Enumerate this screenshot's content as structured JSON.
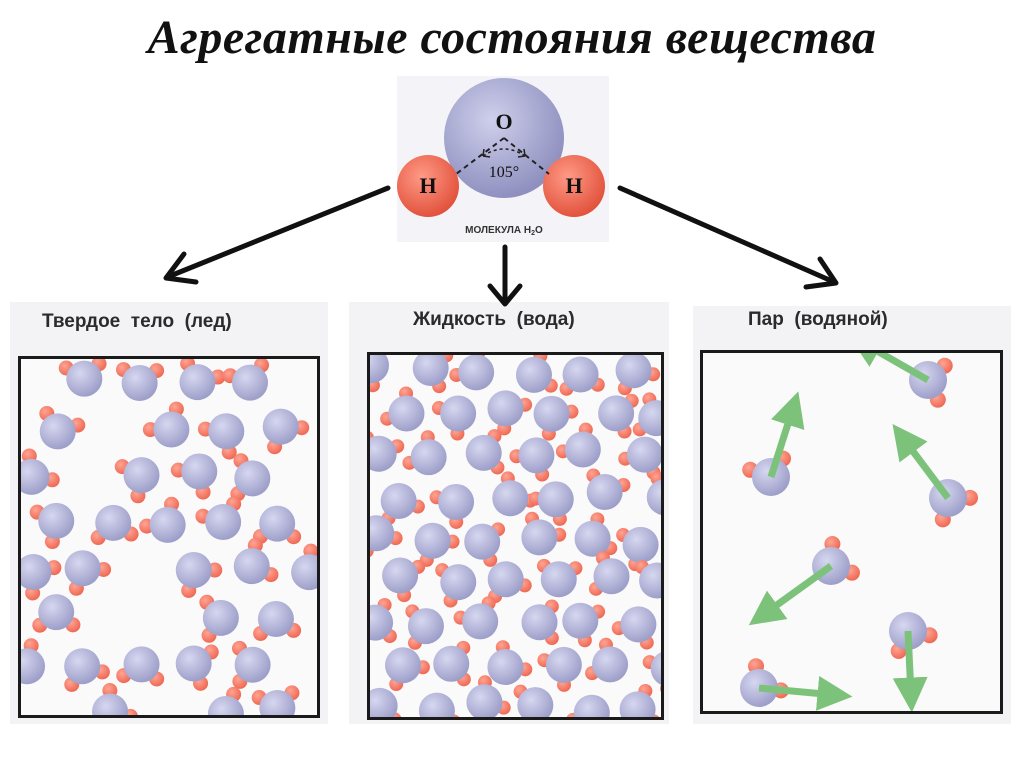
{
  "title": "Агрегатные состояния вещества",
  "molecule": {
    "oxygen_label": "O",
    "hydrogen_label_left": "H",
    "hydrogen_label_right": "H",
    "angle_label": "105°",
    "caption": "МОЛЕКУЛА H",
    "caption_sub": "2",
    "caption_end": "O"
  },
  "states": {
    "solid_label": "Твердое  тело  (лед)",
    "liquid_label": "Жидкость  (вода)",
    "gas_label": "Пар  (водяной)"
  },
  "colors": {
    "oxygen": "#9e9fc9",
    "hydrogen": "#ee6a55",
    "motion_arrow": "#7dc27a",
    "frame": "#1a1a1a"
  }
}
